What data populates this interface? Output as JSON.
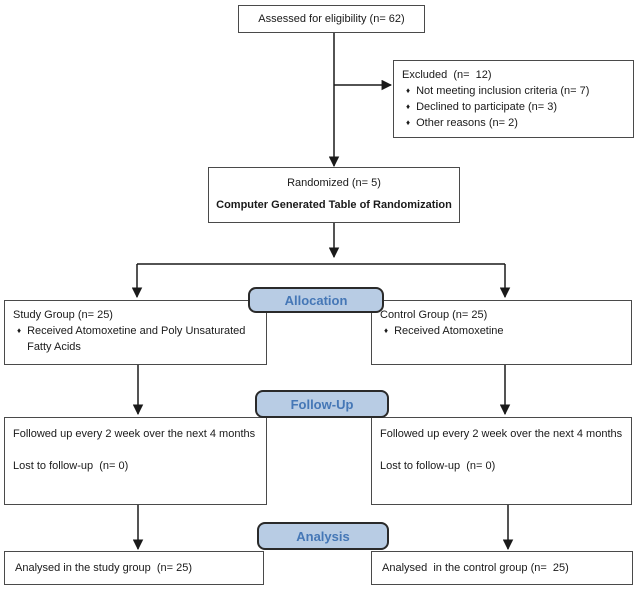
{
  "flow": {
    "bullet_glyph": "♦",
    "assessed": {
      "label": "Assessed for eligibility (n= 62)"
    },
    "excluded": {
      "title": "Excluded  (n=  12)",
      "bullets": [
        "Not meeting inclusion criteria (n= 7)",
        "Declined to participate (n= 3)",
        "Other reasons (n= 2)"
      ]
    },
    "randomized": {
      "line1": "Randomized (n= 5)",
      "line2": "Computer Generated Table of Randomization"
    },
    "banners": {
      "allocation": "Allocation",
      "followup": "Follow-Up",
      "analysis": "Analysis"
    },
    "study_group": {
      "title": "Study Group (n= 25)",
      "bullets": [
        "Received Atomoxetine and Poly Unsaturated Fatty Acids"
      ]
    },
    "control_group": {
      "title": "Control Group (n= 25)",
      "bullets": [
        "Received Atomoxetine"
      ]
    },
    "followup_left": {
      "line1": "Followed up every 2 week over the next 4 months",
      "line2": "Lost to follow-up  (n= 0)"
    },
    "followup_right": {
      "line1": "Followed up every 2 week over the next 4 months",
      "line2": "Lost to follow-up  (n= 0)"
    },
    "analysis_left": {
      "label": "Analysed in the study group  (n= 25)"
    },
    "analysis_right": {
      "label": "Analysed  in the control group (n=  25)"
    },
    "colors": {
      "banner_fill": "#b8cce4",
      "banner_border": "#2a2a2a",
      "banner_text": "#4577b6",
      "box_border": "#4a4a4a",
      "arrow": "#1a1a1a",
      "background": "#ffffff",
      "text": "#1a1a1a"
    }
  }
}
